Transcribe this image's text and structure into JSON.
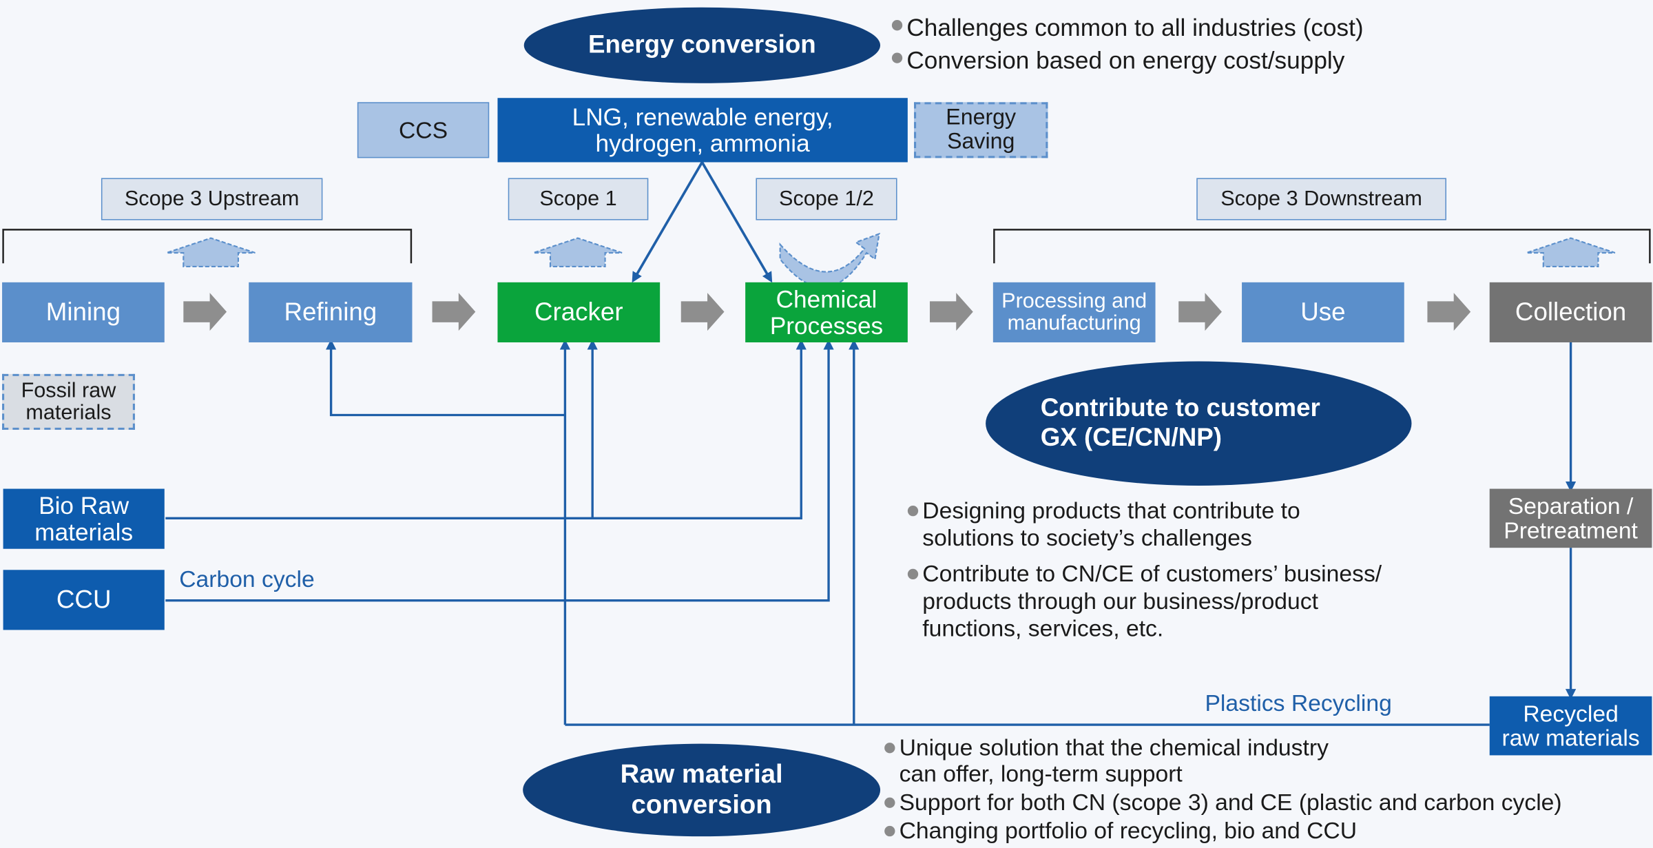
{
  "energy_conversion": {
    "title": "Energy conversion",
    "bullets": [
      "Challenges common to all industries (cost)",
      "Conversion based on energy cost/supply"
    ],
    "ccs": "CCS",
    "sources": [
      "LNG, renewable energy,",
      "hydrogen, ammonia"
    ],
    "energy_saving": [
      "Energy",
      "Saving"
    ]
  },
  "scopes": {
    "upstream": "Scope 3 Upstream",
    "scope1": "Scope 1",
    "scope12": "Scope 1/2",
    "downstream": "Scope 3 Downstream"
  },
  "chain": {
    "mining": "Mining",
    "refining": "Refining",
    "cracker": "Cracker",
    "chemical": [
      "Chemical",
      "Processes"
    ],
    "processing": [
      "Processing and",
      "manufacturing"
    ],
    "use": "Use",
    "collection": "Collection"
  },
  "inputs": {
    "fossil": [
      "Fossil raw",
      "materials"
    ],
    "bio": [
      "Bio Raw",
      "materials"
    ],
    "ccu": "CCU",
    "carbon_cycle": "Carbon cycle",
    "plastics_recycling": "Plastics Recycling",
    "separation": [
      "Separation /",
      "Pretreatment"
    ],
    "recycled": [
      "Recycled",
      "raw materials"
    ]
  },
  "customer_gx": {
    "title": [
      "Contribute to customer",
      "GX (CE/CN/NP)"
    ],
    "bullets": [
      [
        "Designing products that contribute to",
        "solutions to society’s challenges"
      ],
      [
        "Contribute to CN/CE of customers’ business/",
        "products through our business/product",
        "functions, services, etc."
      ]
    ]
  },
  "raw_material_conversion": {
    "title": [
      "Raw material",
      "conversion"
    ],
    "bullets": [
      [
        "Unique solution that the chemical industry",
        "can offer, long-term support"
      ],
      [
        "Support for both CN (scope 3) and CE (plastic and carbon cycle)"
      ],
      [
        "Changing portfolio of recycling, bio and CCU"
      ]
    ]
  },
  "colors": {
    "light_blue": "#5b8fcb",
    "dark_blue": "#0e5cae",
    "green": "#0aa43c",
    "gray": "#737373",
    "navy_oval": "#103f7a",
    "line_blue": "#1f5fa8"
  },
  "icons": [
    "scope-up-arrow-icon",
    "cycle-arrow-icon",
    "flow-chevron-icon"
  ]
}
